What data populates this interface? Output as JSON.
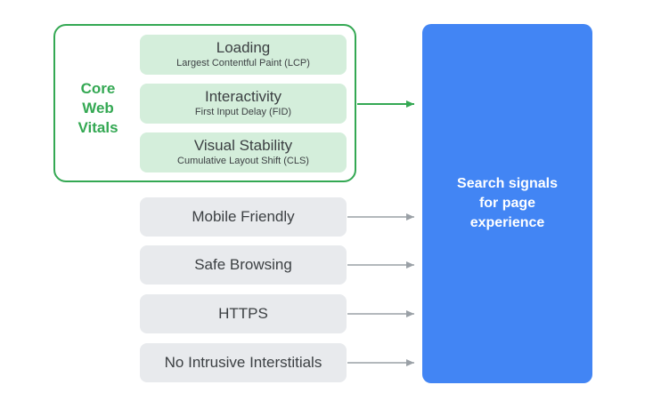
{
  "core_web_vitals": {
    "label_lines": [
      "Core",
      "Web",
      "Vitals"
    ],
    "metrics": [
      {
        "title": "Loading",
        "subtitle": "Largest Contentful Paint (LCP)"
      },
      {
        "title": "Interactivity",
        "subtitle": "First Input Delay (FID)"
      },
      {
        "title": "Visual Stability",
        "subtitle": "Cumulative Layout Shift (CLS)"
      }
    ]
  },
  "signals": [
    "Mobile Friendly",
    "Safe Browsing",
    "HTTPS",
    "No Intrusive Interstitials"
  ],
  "result": {
    "lines": [
      "Search signals",
      "for page",
      "experience"
    ]
  },
  "colors": {
    "green": "#34a853",
    "light_green": "#d4eedb",
    "gray_box": "#e8eaed",
    "gray_arrow": "#9aa0a6",
    "blue": "#4285f4",
    "text": "#3c4043"
  }
}
